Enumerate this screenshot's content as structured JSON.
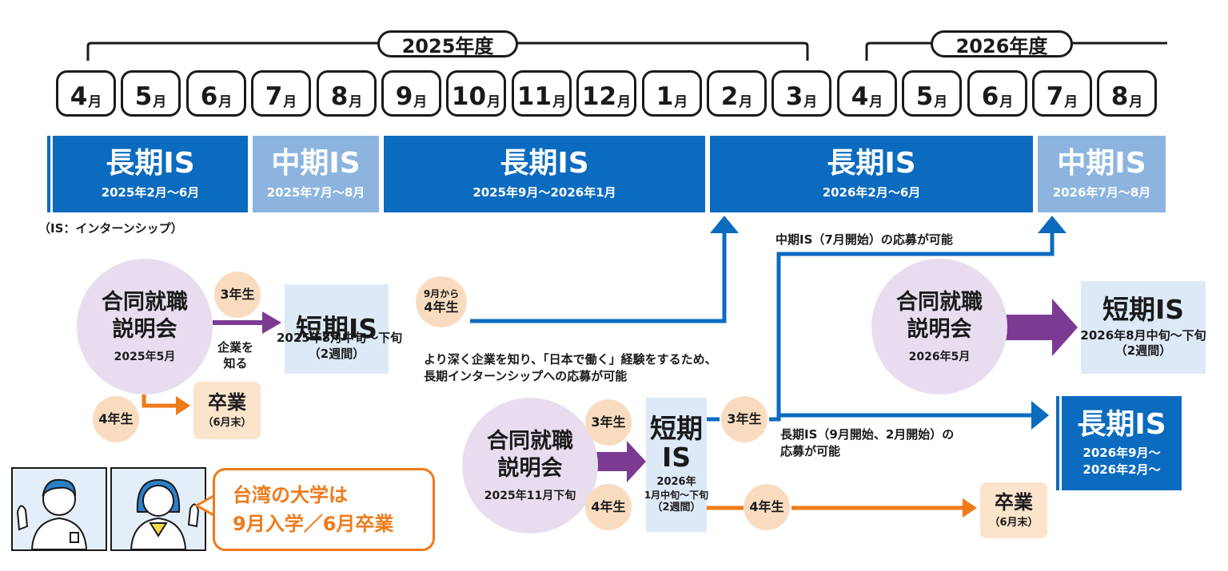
{
  "fiscal_years": [
    {
      "label": "2025年度"
    },
    {
      "label": "2026年度"
    }
  ],
  "month_unit": "月",
  "months": [
    "4",
    "5",
    "6",
    "7",
    "8",
    "9",
    "10",
    "11",
    "12",
    "1",
    "2",
    "3",
    "4",
    "5",
    "6",
    "7",
    "8"
  ],
  "is_bars": [
    {
      "title": "長期IS",
      "period": "2025年2月～6月"
    },
    {
      "title": "中期IS",
      "period": "2025年7月～8月"
    },
    {
      "title": "長期IS",
      "period": "2025年9月～2026年1月"
    },
    {
      "title": "長期IS",
      "period": "2026年2月～6月"
    },
    {
      "title": "中期IS",
      "period": "2026年7月～8月"
    }
  ],
  "is_legend": "（IS：インターンシップ）",
  "fairs": [
    {
      "line1": "合同就職",
      "line2": "説明会",
      "date": "2025年5月"
    },
    {
      "line1": "合同就職",
      "line2": "説明会",
      "date": "2025年11月下旬"
    },
    {
      "line1": "合同就職",
      "line2": "説明会",
      "date": "2026年5月"
    }
  ],
  "grades": {
    "g3": "3年生",
    "g4": "4年生",
    "from_sep": "9月から"
  },
  "short_is": [
    {
      "title": "短期IS",
      "period": "2025年8月中旬～下旬",
      "duration": "（2週間）"
    },
    {
      "title_a": "短期",
      "title_b": "IS",
      "year": "2026年",
      "period": "1月中旬～下旬",
      "duration": "（2週間）"
    },
    {
      "title": "短期IS",
      "period": "2026年8月中旬～下旬",
      "duration": "（2週間）"
    }
  ],
  "long_is_2026": {
    "title": "長期IS",
    "line1": "2026年9月～",
    "line2": "2026年2月～"
  },
  "graduation": {
    "title": "卒業",
    "sub": "（6月末）"
  },
  "notes": {
    "know_company_1": "企業を",
    "know_company_2": "知る",
    "deep_1": "より深く企業を知り、「日本で働く」経験をするため、",
    "deep_2": "長期インターンシップへの応募が可能",
    "mid_apply": "中期IS（7月開始）の応募が可能",
    "long_apply_1": "長期IS（9月開始、2月開始）の",
    "long_apply_2": "応募が可能"
  },
  "callout": {
    "line1": "台湾の大学は",
    "line2": "9月入学／6月卒業"
  },
  "colors": {
    "dark_blue": "#0b6bbf",
    "light_blue": "#8cb4df",
    "purple": "#7b3b93",
    "orange": "#ef7a1a",
    "lavender": "#e8ddef",
    "peach": "#f9dcc0"
  }
}
